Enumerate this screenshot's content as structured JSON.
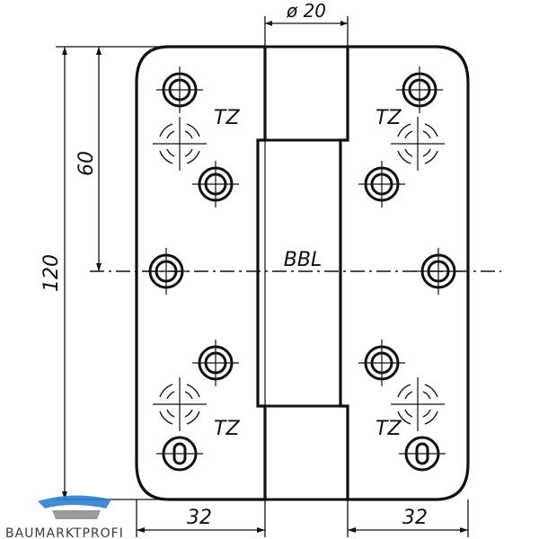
{
  "labels": {
    "diameter": "ø 20",
    "height_total": "120",
    "height_half": "60",
    "axis": "BBL",
    "tz": "TZ",
    "width_left": "32",
    "width_right": "32"
  },
  "logo": {
    "text": "BAUMARKTPROFI"
  },
  "colors": {
    "ink": "#111111",
    "plate_fill": "#ffffff",
    "logo_blue": "#2f7fd0",
    "logo_gray": "#8a8a8a"
  }
}
